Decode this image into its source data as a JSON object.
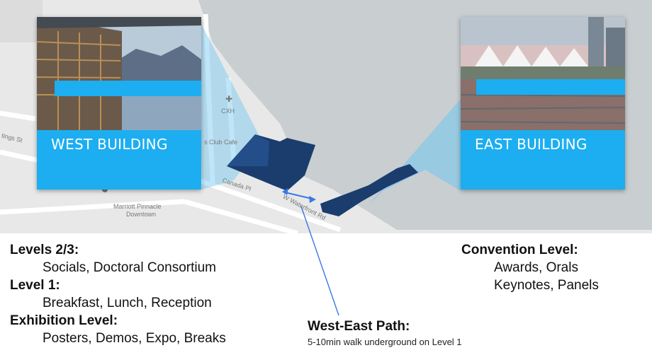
{
  "map": {
    "streets": {
      "hastings": "tings St",
      "canada_pl": "Canada Pl",
      "waterfront": "W Waterfront Rd",
      "cafe": "s Club Cafe",
      "hotel_line1": "Marriott Pinnacle",
      "hotel_line2": "Downtown",
      "cxh": "CXH"
    },
    "colors": {
      "land": "#e8e8e8",
      "water": "#c9ced1",
      "building": "#1b3d6e",
      "card_band": "#1caef0",
      "path_arrow": "#3a78e6"
    }
  },
  "west_card": {
    "title": "WEST BUILDING"
  },
  "east_card": {
    "title": "EAST BUILDING"
  },
  "west_legend": {
    "levels": [
      {
        "heading": "Levels 2/3:",
        "items": [
          "Socials, Doctoral Consortium"
        ]
      },
      {
        "heading": "Level 1:",
        "items": [
          "Breakfast, Lunch, Reception"
        ]
      },
      {
        "heading": "Exhibition Level:",
        "items": [
          "Posters, Demos, Expo, Breaks"
        ]
      }
    ]
  },
  "east_legend": {
    "heading": "Convention Level:",
    "items": [
      "Awards, Orals",
      "Keynotes, Panels"
    ]
  },
  "path": {
    "heading": "West-East Path:",
    "detail": "5-10min walk underground on Level 1"
  }
}
